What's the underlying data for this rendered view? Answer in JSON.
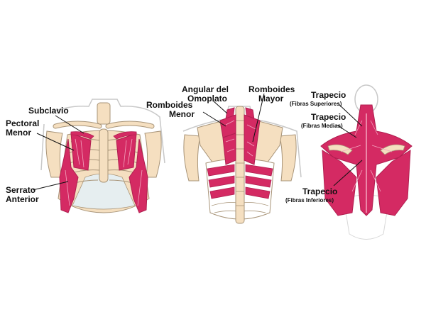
{
  "colors": {
    "muscle": "#d42a63",
    "muscle_dark": "#b01f50",
    "muscle_stripe": "#f3a6c0",
    "bone": "#f5dfc0",
    "bone_edge": "#a89478",
    "cartilage": "#e6eef0",
    "skin_outline": "#c8c8c8",
    "leader": "#111111"
  },
  "labels": {
    "subclavio": "Subclavio",
    "pectoral_1": "Pectoral",
    "pectoral_2": "Menor",
    "serrato_1": "Serrato",
    "serrato_2": "Anterior",
    "angular_1": "Angular del",
    "angular_2": "Omoplato",
    "romb_menor_1": "Romboides",
    "romb_menor_2": "Menor",
    "romb_mayor_1": "Romboides",
    "romb_mayor_2": "Mayor",
    "trap_sup_1": "Trapecio",
    "trap_sup_2": "(Fibras Superiores)",
    "trap_med_1": "Trapecio",
    "trap_med_2": "(Fibras Medias)",
    "trap_inf_1": "Trapecio",
    "trap_inf_2": "(Fibras Inferiores)"
  }
}
